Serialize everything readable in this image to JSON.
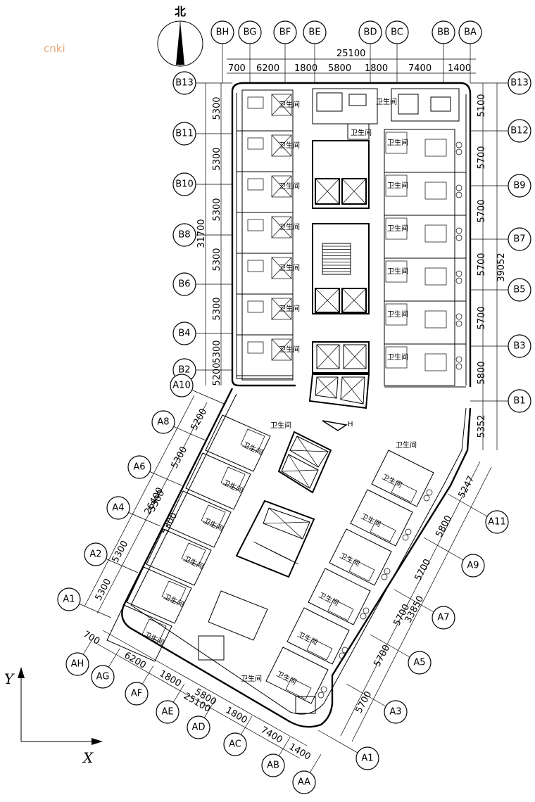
{
  "watermark": "cnki",
  "north_label": "北",
  "room_label": "卫生间",
  "elevator_label": "H",
  "axis_labels": {
    "x": "X",
    "y": "Y"
  },
  "top_grid": {
    "labels": [
      "BH",
      "BG",
      "BF",
      "BE",
      "BD",
      "BC",
      "BB",
      "BA"
    ],
    "total": "25100",
    "segments": [
      "700",
      "6200",
      "1800",
      "5800",
      "1800",
      "7400",
      "1400"
    ]
  },
  "left_grid": {
    "labels": [
      "B13",
      "B11",
      "B10",
      "B8",
      "B6",
      "B4",
      "B2"
    ],
    "segments": [
      "5300",
      "5300",
      "5300",
      "5300",
      "5300",
      "5300",
      "5200"
    ],
    "total": "31700"
  },
  "right_grid": {
    "labels": [
      "B13",
      "B12",
      "B9",
      "B7",
      "B5",
      "B3",
      "B1"
    ],
    "segments": [
      "5100",
      "5700",
      "5700",
      "5700",
      "5700",
      "5800",
      "5352"
    ],
    "total": "39052"
  },
  "lower_left_grid": {
    "labels": [
      "A10",
      "A8",
      "A6",
      "A4",
      "A2",
      "A1"
    ],
    "segments": [
      "5200",
      "5300",
      "5300",
      "5300",
      "5300",
      "5300"
    ],
    "total": "26400"
  },
  "lower_right_grid": {
    "labels": [
      "A11",
      "A9",
      "A7",
      "A5",
      "A3",
      "A1"
    ],
    "segments": [
      "5247",
      "5800",
      "5700",
      "5700",
      "5700",
      "5700"
    ],
    "total": "33850"
  },
  "bottom_grid": {
    "labels": [
      "AH",
      "AG",
      "AF",
      "AE",
      "AD",
      "AC",
      "AB",
      "AA"
    ],
    "total": "25100",
    "segments": [
      "700",
      "6200",
      "1800",
      "5800",
      "1800",
      "7400",
      "1400"
    ]
  }
}
